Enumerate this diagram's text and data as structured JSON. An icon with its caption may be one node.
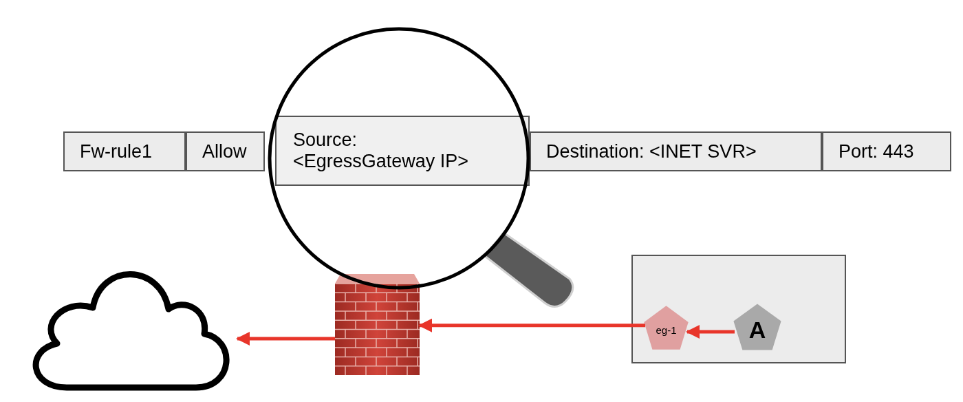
{
  "diagram": {
    "nodes": [
      {
        "text": [
          "Fw-rule1"
        ]
      },
      {
        "text": [
          "Allow"
        ]
      },
      {
        "text": [
          "Source: <EgressGateway IP>"
        ]
      },
      {
        "text": [
          "Destination: <INET SVR>"
        ]
      },
      {
        "text": [
          "Port: 443"
        ]
      },
      {
        "text": [],
        "shape": "cloud"
      },
      {
        "text": [],
        "shape": "wall"
      },
      {
        "text": [],
        "shape": "box"
      },
      {
        "text": [
          "eg-1"
        ],
        "in": 7
      },
      {
        "text": [
          "A"
        ],
        "in": 7
      }
    ],
    "edges": [
      {
        "from": 9,
        "to": 8,
        "arrow": "to"
      },
      {
        "from": 8,
        "to": 6,
        "arrow": "to"
      },
      {
        "from": 6,
        "to": 5,
        "arrow": "to"
      }
    ]
  }
}
